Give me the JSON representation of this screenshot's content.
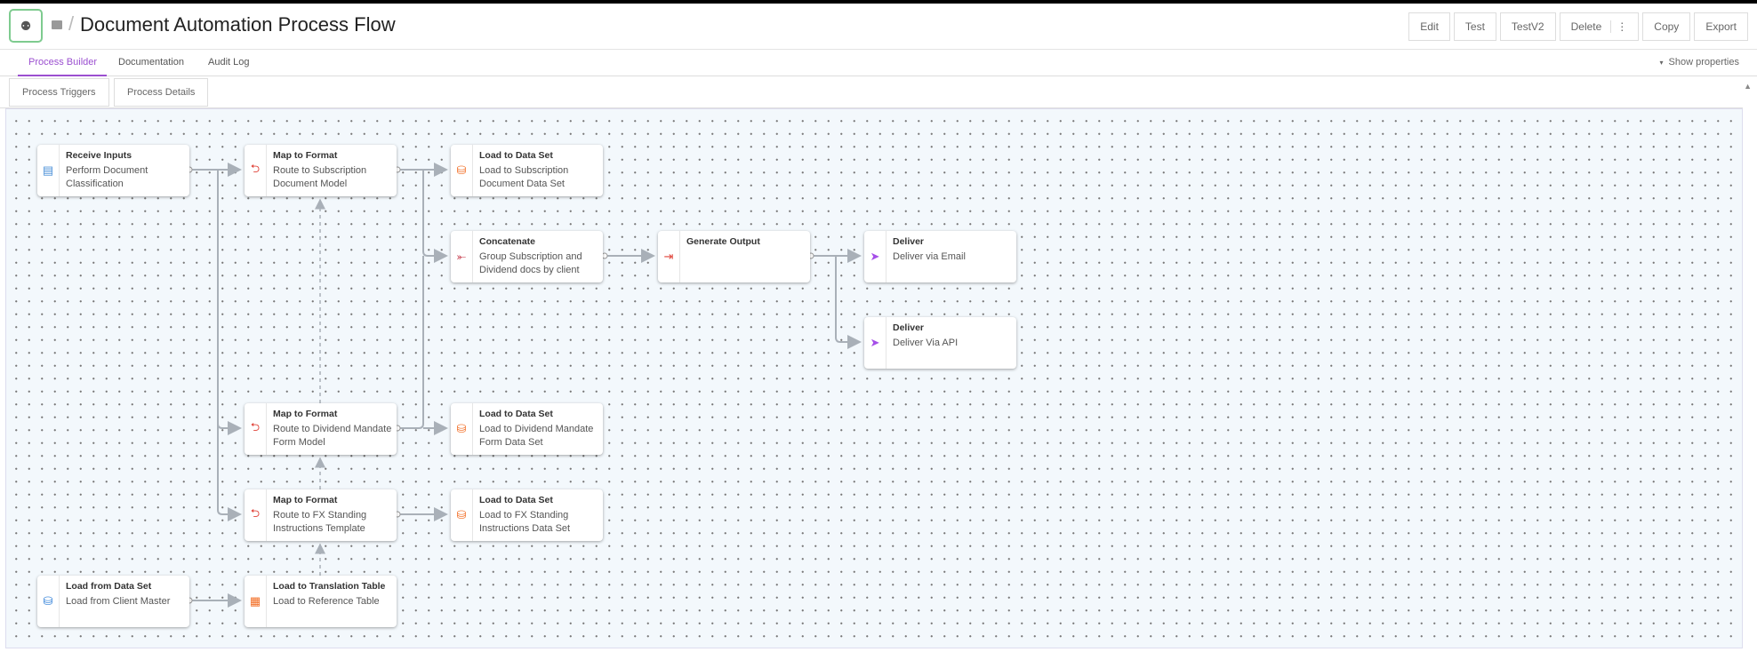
{
  "header": {
    "title": "Document Automation Process Flow",
    "actions": [
      "Edit",
      "Test",
      "TestV2",
      "Delete",
      "Copy",
      "Export"
    ]
  },
  "tabs": [
    "Process Builder",
    "Documentation",
    "Audit Log"
  ],
  "active_tab": "Process Builder",
  "show_properties": "Show properties",
  "subtabs": [
    "Process Triggers",
    "Process Details"
  ],
  "colors": {
    "accent": "#9b4fd0",
    "dataset": "#f26b21",
    "deliver": "#a54ee8",
    "map": "#e0443a"
  },
  "nodes": [
    {
      "title": "Receive Inputs",
      "desc": "Perform Document Classification",
      "icon": "document-icon"
    },
    {
      "title": "Map to Format",
      "desc": "Route to Subscription Document Model",
      "icon": "map-format-icon"
    },
    {
      "title": "Load to Data Set",
      "desc": "Load to Subscription Document Data Set",
      "icon": "database-icon"
    },
    {
      "title": "Concatenate",
      "desc": "Group Subscription and Dividend docs by client",
      "icon": "merge-icon"
    },
    {
      "title": "Generate Output",
      "desc": "",
      "icon": "output-icon"
    },
    {
      "title": "Deliver",
      "desc": "Deliver via Email",
      "icon": "send-icon"
    },
    {
      "title": "Deliver",
      "desc": "Deliver Via API",
      "icon": "send-icon"
    },
    {
      "title": "Map to Format",
      "desc": "Route to Dividend Mandate Form Model",
      "icon": "map-format-icon"
    },
    {
      "title": "Load to Data Set",
      "desc": "Load to Dividend Mandate Form Data Set",
      "icon": "database-icon"
    },
    {
      "title": "Map to Format",
      "desc": "Route to FX Standing Instructions Template",
      "icon": "map-format-icon"
    },
    {
      "title": "Load to Data Set",
      "desc": "Load to FX Standing Instructions Data Set",
      "icon": "database-icon"
    },
    {
      "title": "Load from Data Set",
      "desc": "Load from Client Master",
      "icon": "database-load-icon"
    },
    {
      "title": "Load to Translation Table",
      "desc": "Load to Reference Table",
      "icon": "table-icon"
    }
  ]
}
